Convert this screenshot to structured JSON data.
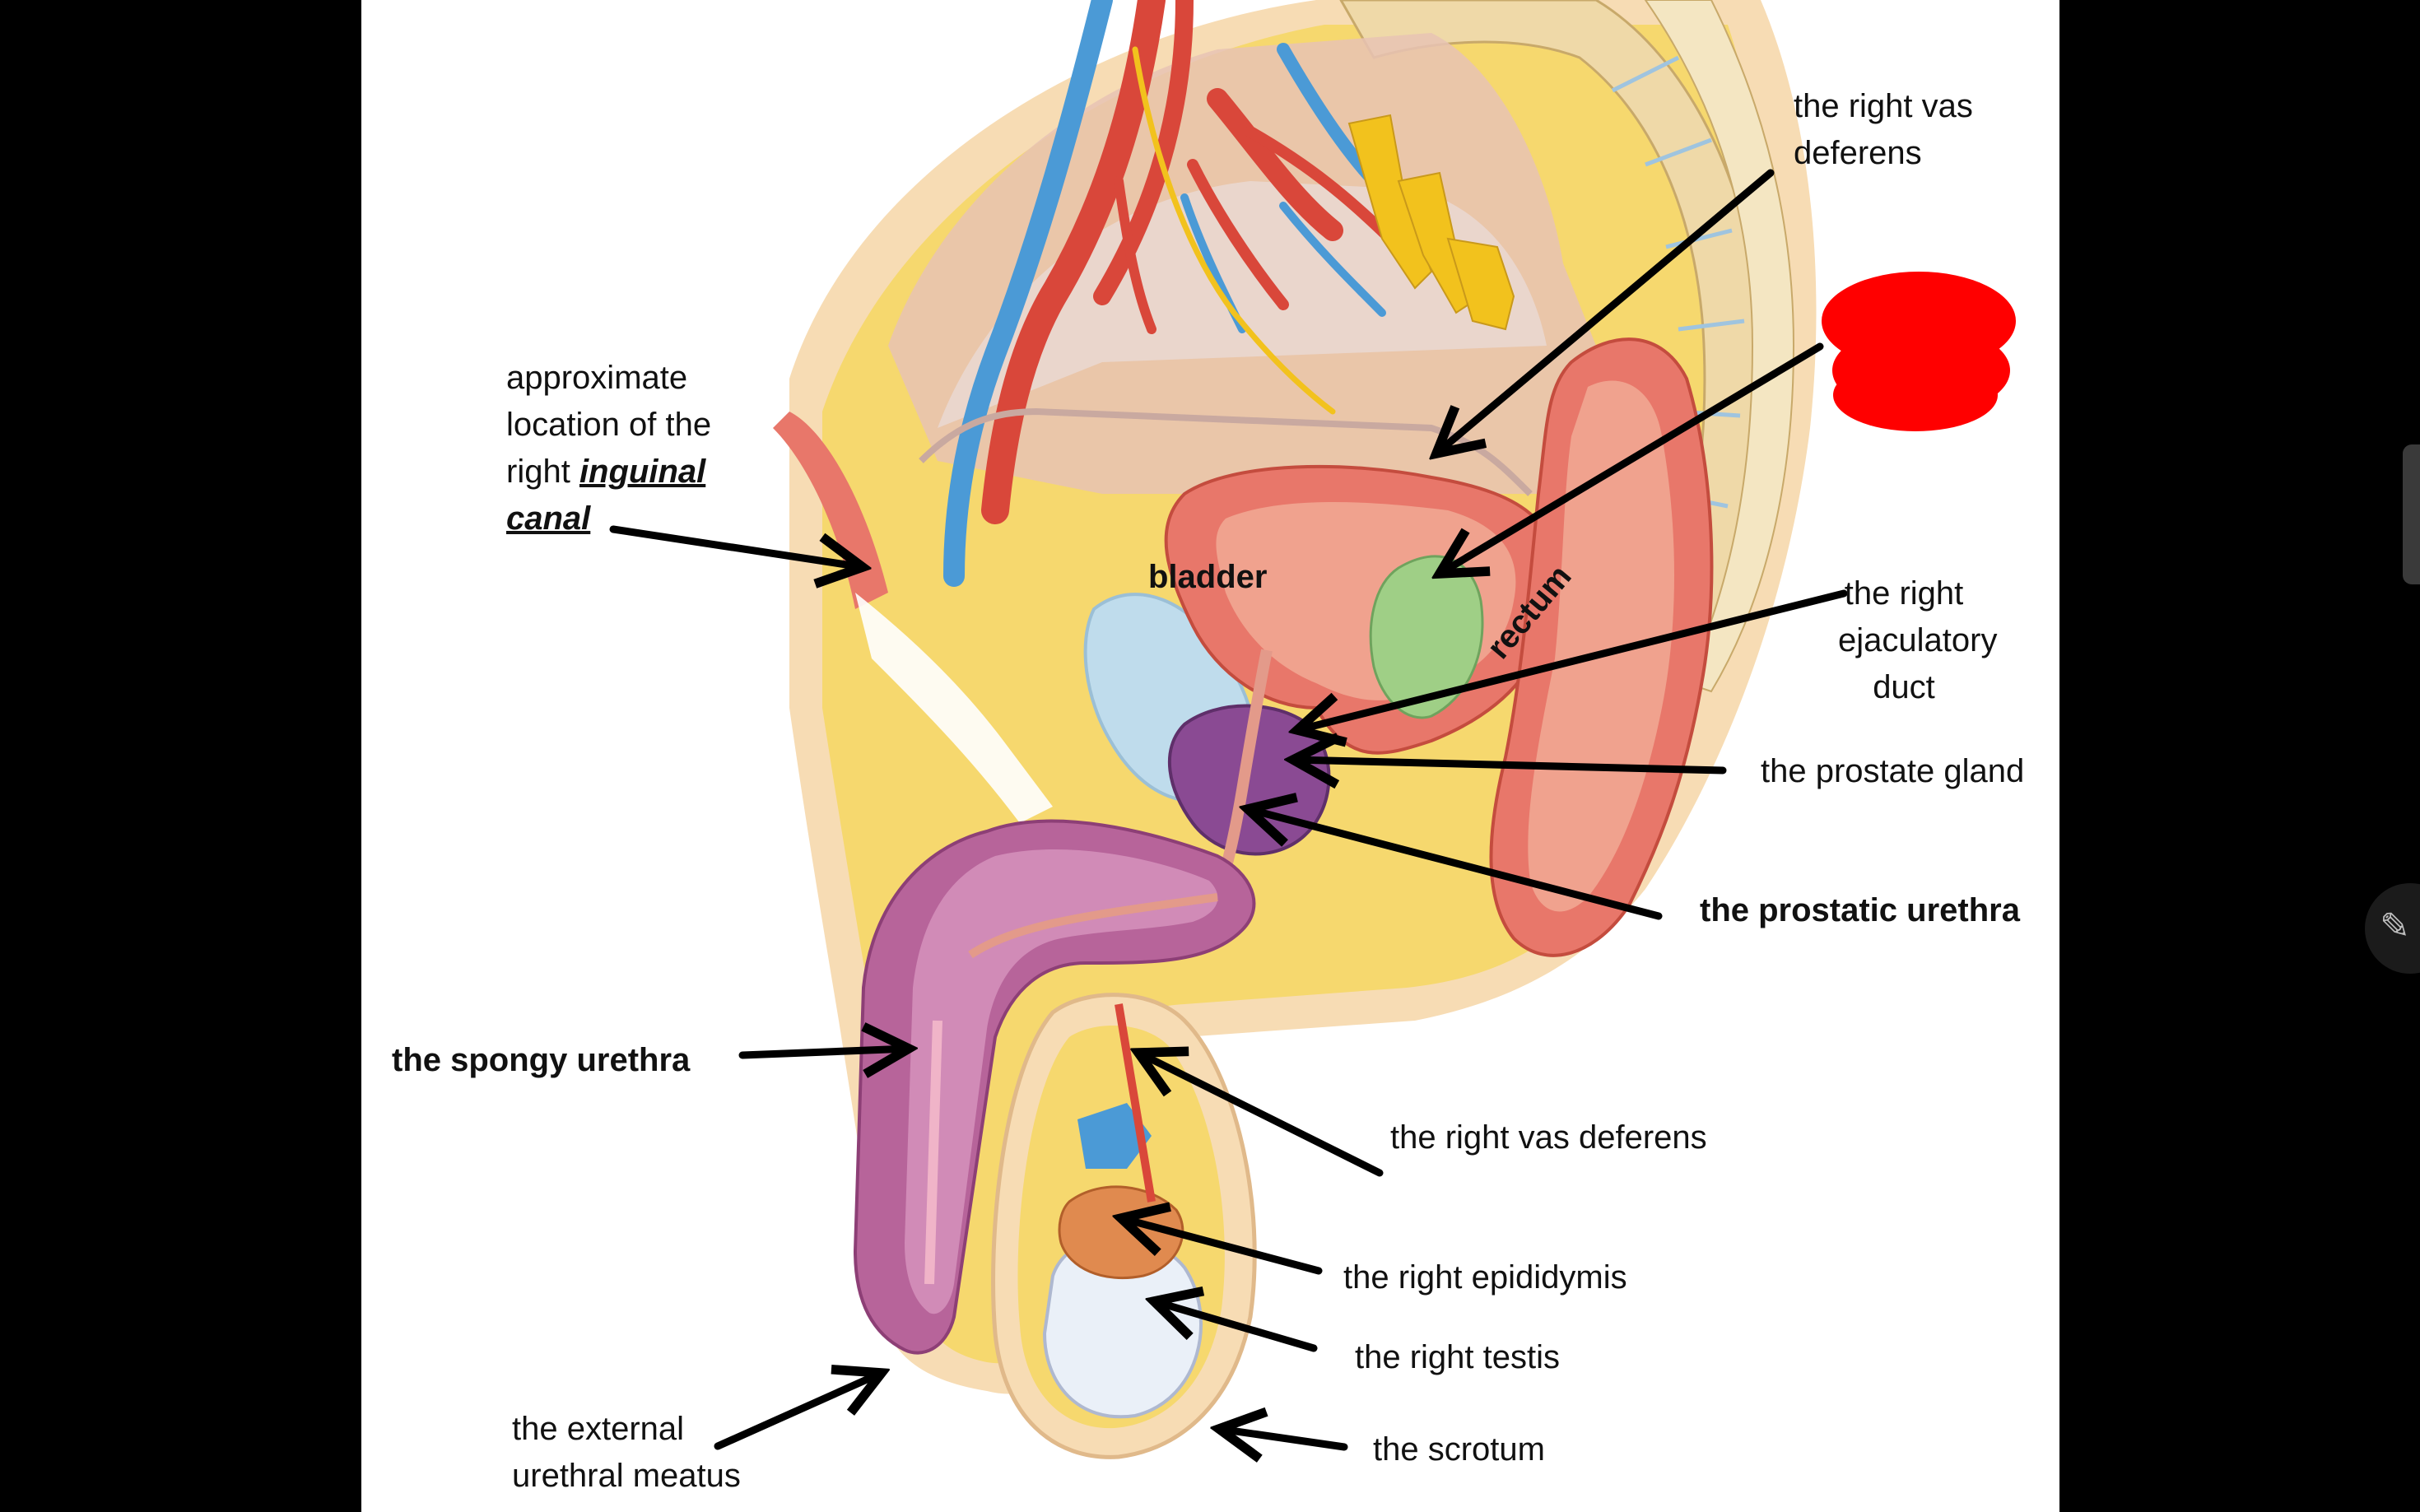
{
  "diagram": {
    "region_labels": {
      "bladder": "bladder",
      "rectum": "rectum"
    },
    "callouts": {
      "inguinal": {
        "line1": "approximate",
        "line2": "location of the",
        "line3_prefix": "right ",
        "line3_emph": "inguinal",
        "line4_emph": "canal"
      },
      "vas_deferens_upper": {
        "line1": "the right vas",
        "line2": "deferens"
      },
      "ejaculatory_duct": {
        "line1": "the right",
        "line2": "ejaculatory",
        "line3": "duct"
      },
      "prostate_gland": "the prostate gland",
      "prostatic_urethra": "the prostatic urethra",
      "spongy_urethra": "the spongy urethra",
      "vas_deferens_lower": "the right vas deferens",
      "epididymis": "the right epididymis",
      "testis": "the right testis",
      "scrotum": "the scrotum",
      "external_meatus": {
        "line1": "the external",
        "line2": "urethral meatus"
      }
    },
    "colors": {
      "redaction_blob": "#ff0000",
      "arrow": "#000000",
      "fat": "#f6d86e",
      "muscle": "#e8776a",
      "bone": "#efd9a8",
      "spongy_tissue": "#b7649a",
      "prostate": "#8a4a93",
      "seminal_vesicle": "#9fcf86",
      "vein": "#4b9ad6",
      "nerve": "#f2c21d"
    }
  },
  "ui": {
    "edit_icon": "pencil-icon"
  }
}
